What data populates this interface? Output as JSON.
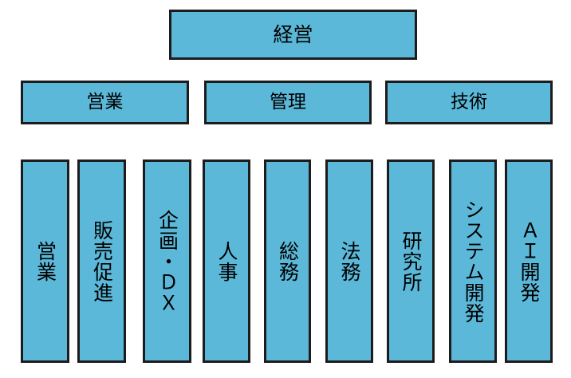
{
  "chart_data": {
    "type": "diagram",
    "diagram_kind": "organization-chart",
    "title": "",
    "orientation": "top-down",
    "connectors": "none",
    "node_fill": "#5bb8d8",
    "node_border": "#1c1c1c",
    "text_color": "#000000",
    "background": "#ffffff",
    "levels": [
      {
        "level": 1,
        "name": "executive",
        "text_direction": "horizontal",
        "nodes": [
          {
            "id": "keiei",
            "label": "経営"
          }
        ]
      },
      {
        "level": 2,
        "name": "divisions",
        "text_direction": "horizontal",
        "nodes": [
          {
            "id": "eigyo-div",
            "label": "営業"
          },
          {
            "id": "kanri-div",
            "label": "管理"
          },
          {
            "id": "gijutsu-div",
            "label": "技術"
          }
        ]
      },
      {
        "level": 3,
        "name": "departments",
        "text_direction": "vertical",
        "nodes": [
          {
            "id": "eigyo-dept",
            "label": "営業",
            "parent": "eigyo-div"
          },
          {
            "id": "hanbai-sokushin",
            "label": "販売促進",
            "parent": "eigyo-div"
          },
          {
            "id": "kikaku-dx",
            "label": "企画・ＤＸ",
            "parent": "eigyo-div"
          },
          {
            "id": "jinji",
            "label": "人事",
            "parent": "kanri-div"
          },
          {
            "id": "somu",
            "label": "総務",
            "parent": "kanri-div"
          },
          {
            "id": "homu",
            "label": "法務",
            "parent": "kanri-div"
          },
          {
            "id": "kenkyujo",
            "label": "研究所",
            "parent": "gijutsu-div"
          },
          {
            "id": "system-kaihatsu",
            "label": "システム開発",
            "parent": "gijutsu-div"
          },
          {
            "id": "ai-kaihatsu",
            "label": "ＡＩ開発",
            "parent": "gijutsu-div"
          }
        ]
      }
    ]
  }
}
